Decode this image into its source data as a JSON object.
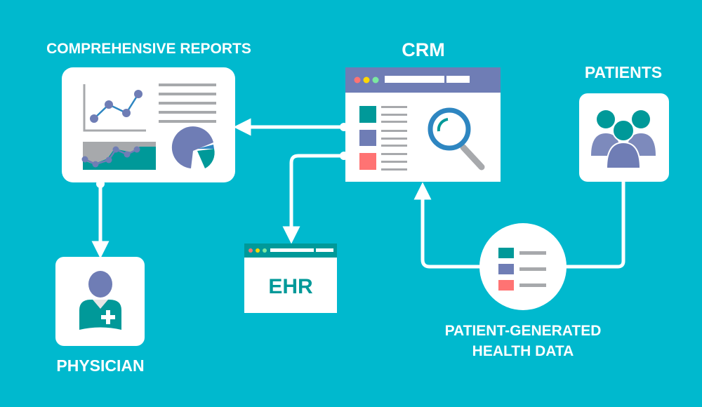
{
  "labels": {
    "reports": "COMPREHENSIVE REPORTS",
    "crm": "CRM",
    "patients": "PATIENTS",
    "physician": "PHYSICIAN",
    "ehr": "EHR",
    "pghd_line1": "PATIENT-GENERATED",
    "pghd_line2": "HEALTH DATA"
  },
  "colors": {
    "background": "#00B9CE",
    "teal": "#009999",
    "purple": "#6F7DB5",
    "red": "#FF7373",
    "gray": "#A7A9AC",
    "blue": "#2E86C1"
  }
}
